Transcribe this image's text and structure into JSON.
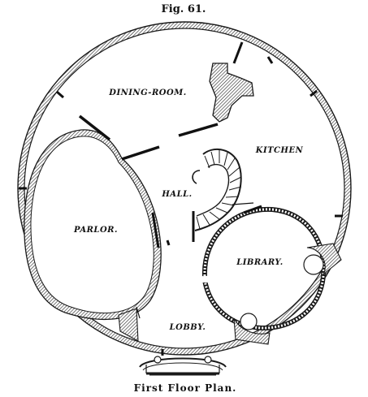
{
  "figure": {
    "title": "Fig. 61.",
    "caption": "First Floor Plan."
  },
  "rooms": {
    "dining_room": "DINING-ROOM.",
    "kitchen": "KITCHEN",
    "hall": "HALL.",
    "parlor": "PARLOR.",
    "library": "LIBRARY.",
    "lobby": "LOBBY."
  }
}
